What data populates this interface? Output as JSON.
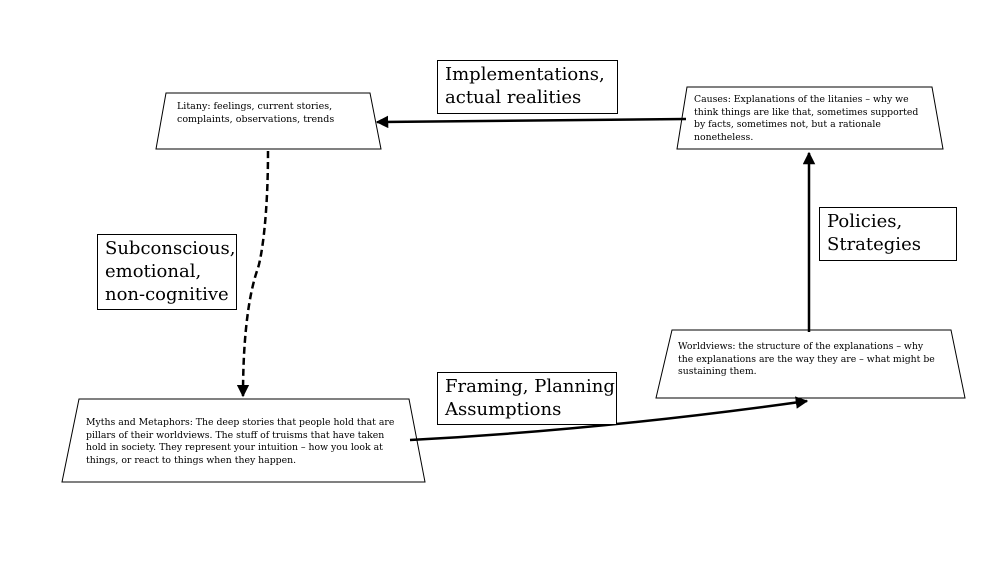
{
  "nodes": {
    "litany": {
      "lines": [
        "Litany: feelings, current stories,",
        "complaints, observations, trends"
      ]
    },
    "causes": {
      "lines": [
        "Causes: Explanations of the litanies – why we",
        "think things are like that, sometimes supported",
        "by facts, sometimes not, but a rationale",
        "nonetheless."
      ]
    },
    "worldviews": {
      "lines": [
        "Worldviews: the structure of the explanations – why",
        "the explanations are the way they are – what might be",
        "sustaining them."
      ]
    },
    "myths": {
      "lines": [
        "Myths and Metaphors: The deep stories that people hold that are",
        "pillars of their worldviews. The stuff of truisms that have taken",
        "hold in society. They represent your intuition – how you look at",
        "things, or react to things when they happen."
      ]
    }
  },
  "edge_labels": {
    "implementations": {
      "lines": [
        "Implementations,",
        "actual realities"
      ]
    },
    "policies": {
      "lines": [
        "Policies,",
        "Strategies"
      ]
    },
    "framing": {
      "lines": [
        "Framing, Planning",
        "Assumptions"
      ]
    },
    "subconscious": {
      "lines": [
        "Subconscious,",
        "emotional,",
        "non-cognitive"
      ]
    }
  }
}
